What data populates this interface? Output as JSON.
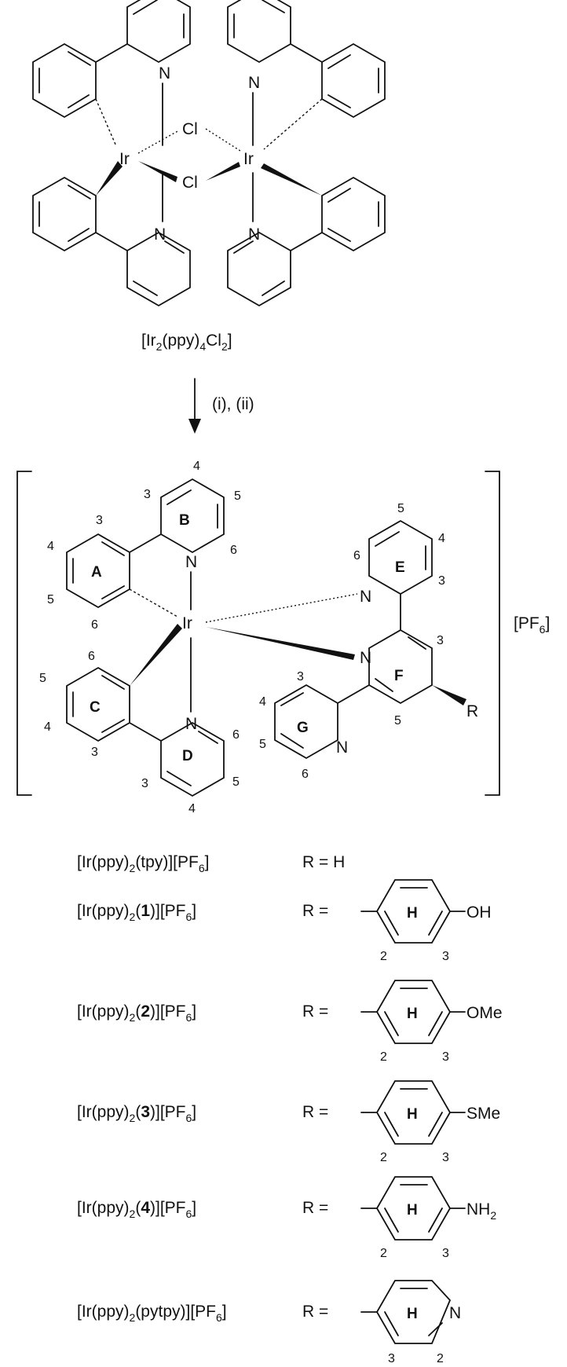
{
  "dimer": {
    "formula": {
      "a": "[Ir",
      "s1": "2",
      "b": "(ppy)",
      "s2": "4",
      "c": "Cl",
      "s3": "2",
      "d": "]"
    }
  },
  "arrow": {
    "reagents": "(i), (ii)"
  },
  "atoms": {
    "ir": "Ir",
    "n": "N",
    "cl": "Cl",
    "r": "R"
  },
  "rings": {
    "A": "A",
    "B": "B",
    "C": "C",
    "D": "D",
    "E": "E",
    "F": "F",
    "G": "G",
    "H": "H"
  },
  "positions": {
    "p2": "2",
    "p3": "3",
    "p4": "4",
    "p5": "5",
    "p6": "6"
  },
  "counterion": {
    "a": "[PF",
    "s": "6",
    "b": "]"
  },
  "compounds": [
    {
      "name_a": "[Ir(ppy)",
      "name_s": "2",
      "name_b": "(tpy)][PF",
      "name_s2": "6",
      "name_c": "]",
      "r_label": "R = H"
    },
    {
      "name_a": "[Ir(ppy)",
      "name_s": "2",
      "name_b": "(",
      "name_bold": "1",
      "name_c": ")][PF",
      "name_s2": "6",
      "name_d": "]",
      "r_label": "R =",
      "substituent": "OH"
    },
    {
      "name_a": "[Ir(ppy)",
      "name_s": "2",
      "name_b": "(",
      "name_bold": "2",
      "name_c": ")][PF",
      "name_s2": "6",
      "name_d": "]",
      "r_label": "R =",
      "substituent": "OMe"
    },
    {
      "name_a": "[Ir(ppy)",
      "name_s": "2",
      "name_b": "(",
      "name_bold": "3",
      "name_c": ")][PF",
      "name_s2": "6",
      "name_d": "]",
      "r_label": "R =",
      "substituent": "SMe"
    },
    {
      "name_a": "[Ir(ppy)",
      "name_s": "2",
      "name_b": "(",
      "name_bold": "4",
      "name_c": ")][PF",
      "name_s2": "6",
      "name_d": "]",
      "r_label": "R =",
      "substituent": "NH",
      "sub_s": "2"
    },
    {
      "name_a": "[Ir(ppy)",
      "name_s": "2",
      "name_b": "(pytpy)][PF",
      "name_s2": "6",
      "name_c": "]",
      "r_label": "R =",
      "ring_atom": "N"
    }
  ]
}
